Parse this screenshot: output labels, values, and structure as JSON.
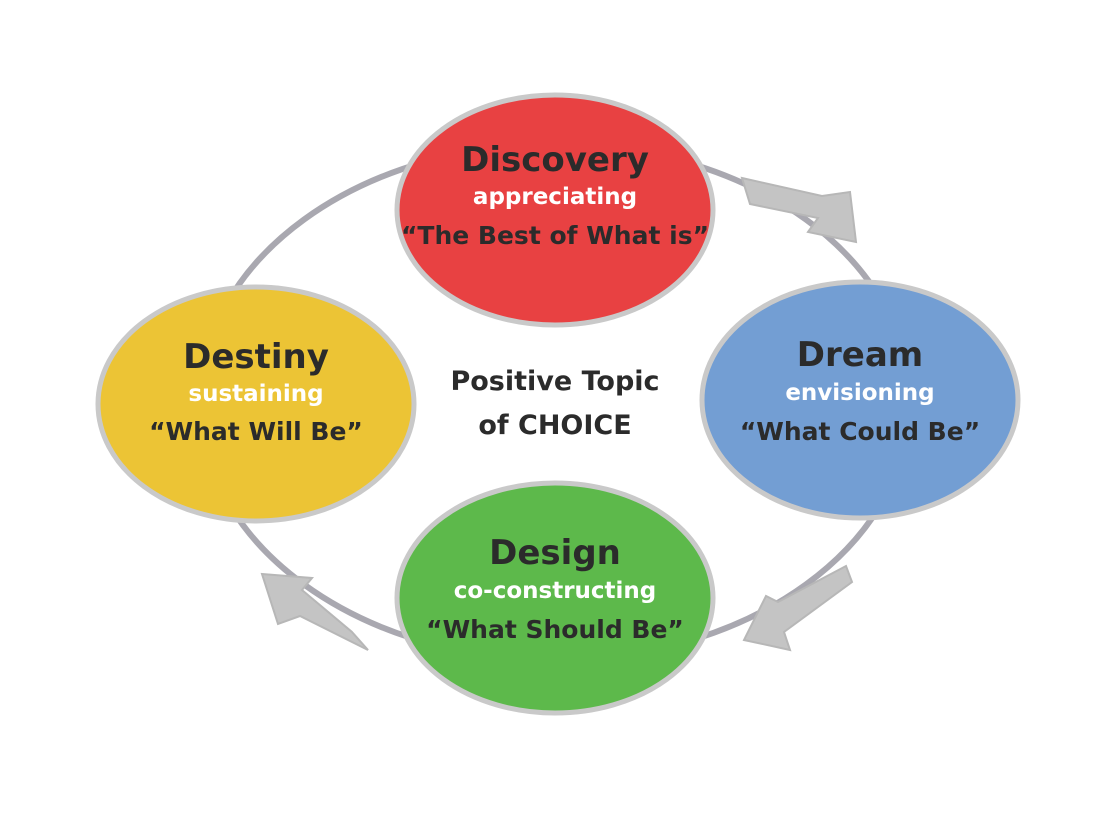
{
  "center_topic": {
    "line1": "Positive Topic",
    "line2": "of CHOICE"
  },
  "stages": {
    "discovery": {
      "title": "Discovery",
      "verb": "appreciating",
      "quote": "“The Best of What is”",
      "color": "#E84142"
    },
    "dream": {
      "title": "Dream",
      "verb": "envisioning",
      "quote": "“What Could Be”",
      "color": "#739ED3"
    },
    "design": {
      "title": "Design",
      "verb": "co-constructing",
      "quote": "“What Should Be”",
      "color": "#5DB94B"
    },
    "destiny": {
      "title": "Destiny",
      "verb": "sustaining",
      "quote": "“What Will Be”",
      "color": "#ECC435"
    }
  },
  "colors": {
    "ring": "#A9A8B0",
    "arrow": "#C4C4C4",
    "ellipse_border": "#C9C9C9",
    "text_dark": "#2B2B2B",
    "text_light": "#FFFFFF"
  }
}
